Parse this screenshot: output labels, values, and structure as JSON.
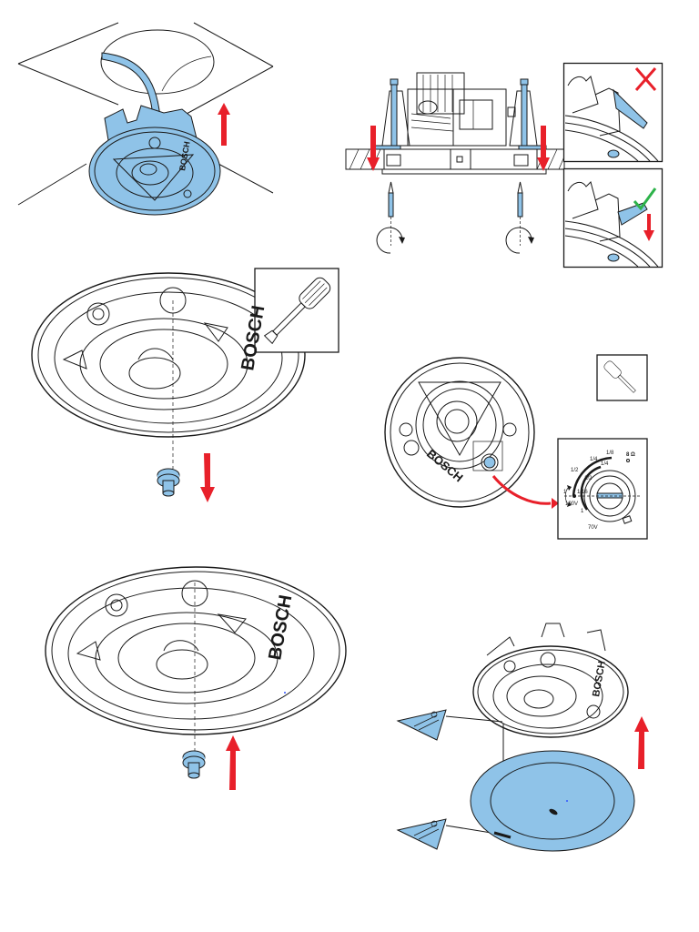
{
  "document": {
    "subject": "Ceiling loudspeaker installation steps",
    "brand_mark": "BOSCH",
    "accent_colors": {
      "part_highlight": "#8fc3e8",
      "direction_arrow": "#e8202a",
      "correct_check": "#2db34a",
      "wrong_cross": "#e8202a"
    }
  },
  "figures": [
    {
      "id": "fig-insert-speaker",
      "description": "Insert speaker into ceiling cutout",
      "arrow": "up"
    },
    {
      "id": "fig-tighten-clamps",
      "description": "Tighten clamp screws clockwise",
      "arrows": [
        "down",
        "down"
      ],
      "rotation": "clockwise"
    },
    {
      "id": "fig-clamp-wrong",
      "description": "Clamp position incorrect",
      "mark": "cross"
    },
    {
      "id": "fig-clamp-correct",
      "description": "Clamp position correct",
      "mark": "check",
      "arrow": "down"
    },
    {
      "id": "fig-remove-cap",
      "description": "Remove tap selector cap with screwdriver",
      "tool": "screwdriver",
      "arrow": "down"
    },
    {
      "id": "fig-set-tap",
      "description": "Set power tap selector",
      "tool": "screwdriver"
    },
    {
      "id": "fig-replace-cap",
      "description": "Replace tap selector cap",
      "arrow": "up"
    },
    {
      "id": "fig-attach-grille",
      "description": "Attach grille with safety cord",
      "arrow": "up"
    }
  ],
  "tap_dial": {
    "labels_100v": [
      "1/8",
      "1/4",
      "1/2",
      "1"
    ],
    "labels_70v": [
      "1/4",
      "1/2",
      "1"
    ],
    "center_label": "1/16",
    "voltage_100": "100V",
    "voltage_70": "70V",
    "ohm_label": "8 Ω",
    "selected": "1"
  }
}
